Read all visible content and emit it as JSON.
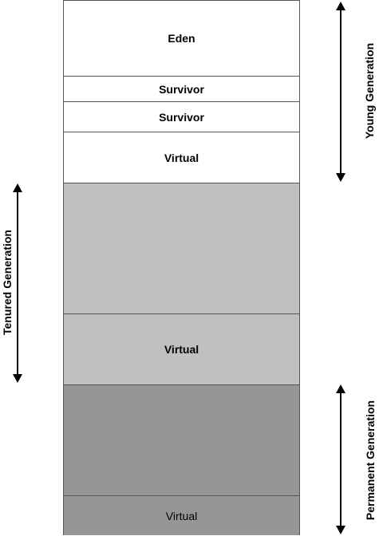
{
  "blocks": [
    {
      "label": "Eden",
      "fill": "#ffffff"
    },
    {
      "label": "Survivor",
      "fill": "#ffffff"
    },
    {
      "label": "Survivor",
      "fill": "#ffffff"
    },
    {
      "label": "Virtual",
      "fill": "#ffffff"
    },
    {
      "label": "",
      "fill": "#c0c0c0"
    },
    {
      "label": "Virtual",
      "fill": "#c0c0c0"
    },
    {
      "label": "",
      "fill": "#969696"
    },
    {
      "label": "Virtual",
      "fill": "#969696"
    }
  ],
  "generations": {
    "young": "Young Generation",
    "tenured": "Tenured Generation",
    "permanent": "Permanent Generation"
  }
}
